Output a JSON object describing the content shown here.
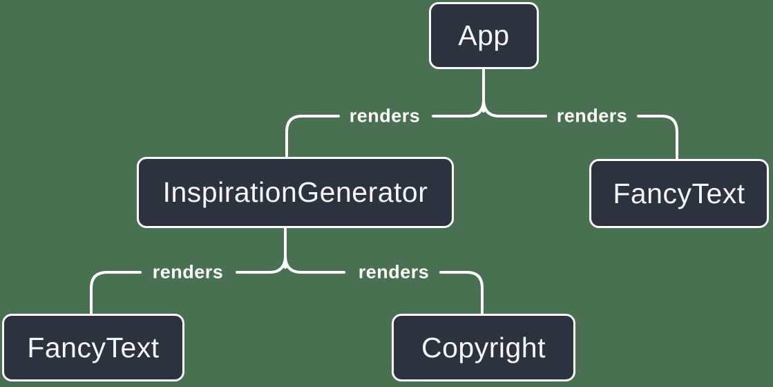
{
  "diagram": {
    "type": "component-tree",
    "background_color": "#4A7052",
    "node_fill_color": "#2D323F",
    "node_border_color": "#FFFFFF",
    "node_text_color": "#F6F7F9",
    "edge_color": "#FFFFFF",
    "nodes": {
      "app": {
        "label": "App"
      },
      "inspiration_generator": {
        "label": "InspirationGenerator"
      },
      "fancy_text_top": {
        "label": "FancyText"
      },
      "fancy_text_bottom": {
        "label": "FancyText"
      },
      "copyright": {
        "label": "Copyright"
      }
    },
    "edges": [
      {
        "from": "App",
        "to": "InspirationGenerator",
        "label": "renders"
      },
      {
        "from": "App",
        "to": "FancyText",
        "label": "renders"
      },
      {
        "from": "InspirationGenerator",
        "to": "FancyText",
        "label": "renders"
      },
      {
        "from": "InspirationGenerator",
        "to": "Copyright",
        "label": "renders"
      }
    ]
  }
}
